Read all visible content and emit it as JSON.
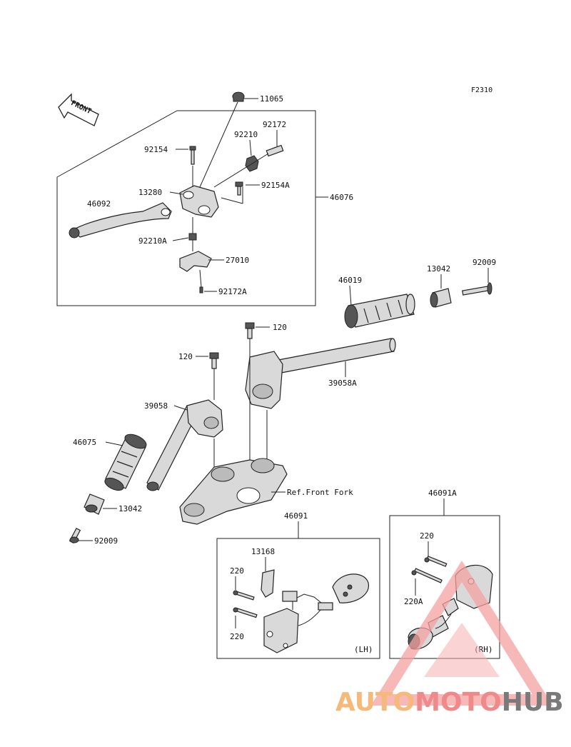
{
  "figure_code": "F2310",
  "front_label": "FRONT",
  "parts": {
    "p11065": "11065",
    "p92172": "92172",
    "p92210": "92210",
    "p92154": "92154",
    "p13280": "13280",
    "p92154A": "92154A",
    "p46092": "46092",
    "p46076": "46076",
    "p92210A": "92210A",
    "p27010": "27010",
    "p92172A": "92172A",
    "p46019": "46019",
    "p13042_top": "13042",
    "p92009_top": "92009",
    "p120_a": "120",
    "p120_b": "120",
    "p39058A": "39058A",
    "p39058": "39058",
    "p46075": "46075",
    "p13042_bot": "13042",
    "p92009_bot": "92009",
    "ref_front_fork": "Ref.Front Fork",
    "p46091A": "46091A",
    "p46091": "46091",
    "p13168": "13168",
    "p220_a": "220",
    "p220_b": "220",
    "p220_c": "220",
    "p220A": "220A",
    "lh": "(LH)",
    "rh": "(RH)"
  },
  "watermark": {
    "part1": "AUTO",
    "part2": "MOTO",
    "part3": "HUB",
    "color1": "#f5b97a",
    "color2": "#f08a8a",
    "color3": "#7a7a7a"
  }
}
